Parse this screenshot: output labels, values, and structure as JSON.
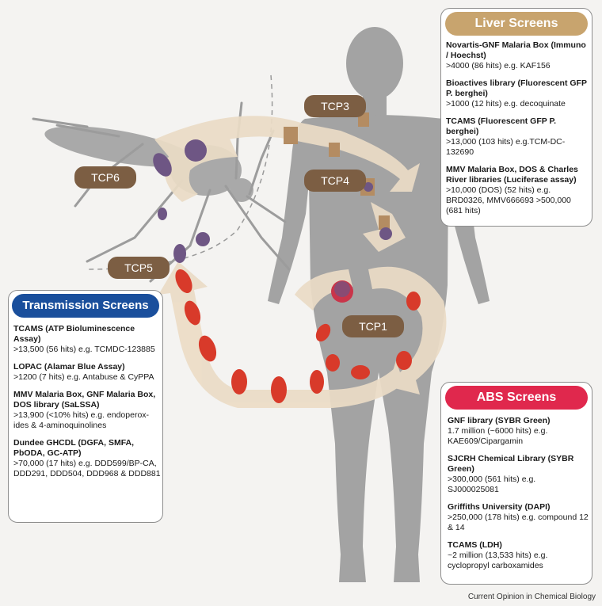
{
  "liver": {
    "title": "Liver Screens",
    "entries": [
      {
        "title": "Novartis-GNF Malaria Box (Immuno / Hoechst)",
        "text": ">4000 (86 hits) e.g. KAF156"
      },
      {
        "title": "Bioactives library (Fluorescent GFP P. berghei)",
        "text": ">1000 (12 hits) e.g. decoquinate"
      },
      {
        "title": "TCAMS (Fluorescent GFP P. berghei)",
        "text": ">13,000 (103 hits) e.g.TCM-DC-132690"
      },
      {
        "title": "MMV Malaria Box, DOS & Charles River libraries (Luciferase assay)",
        "text": ">10,000 (DOS) (52 hits) e.g. BRD0326, MMV666693 >500,000 (681 hits)"
      }
    ]
  },
  "transmission": {
    "title": "Transmission Screens",
    "entries": [
      {
        "title": "TCAMS (ATP Bioluminescence Assay)",
        "text": ">13,500 (56 hits) e.g. TCMDC-123885"
      },
      {
        "title": "LOPAC (Alamar Blue Assay)",
        "text": ">1200 (7 hits) e.g. Antabuse & CyPPA"
      },
      {
        "title": "MMV Malaria Box, GNF Malaria Box, DOS library (SaLSSA)",
        "text": ">13,900 (<10% hits) e.g. endoperox-ides & 4-aminoquinolines"
      },
      {
        "title": "Dundee GHCDL (DGFA, SMFA, PbODA, GC-ATP)",
        "text": ">70,000 (17 hits) e.g. DDD599/BP-CA, DDD291, DDD504, DDD968 & DDD881"
      }
    ]
  },
  "abs": {
    "title": "ABS Screens",
    "entries": [
      {
        "title": "GNF library (SYBR Green)",
        "text": "1.7 million (~6000 hits) e.g. KAE609/Cipargamin"
      },
      {
        "title": "SJCRH Chemical Library (SYBR Green)",
        "text": ">300,000 (561 hits) e.g. SJ000025081"
      },
      {
        "title": "Griffiths University (DAPI)",
        "text": ">250,000 (178 hits) e.g. compound 12 & 14"
      },
      {
        "title": "TCAMS (LDH)",
        "text": "~2 million (13,533 hits) e.g. cyclopropyl carboxamides"
      }
    ]
  },
  "tcp": {
    "tcp1": "TCP1",
    "tcp3": "TCP3",
    "tcp4": "TCP4",
    "tcp5": "TCP5",
    "tcp6": "TCP6"
  },
  "credit": "Current Opinion in Chemical Biology",
  "colors": {
    "liver_header": "#c8a46e",
    "transmission_header": "#1a4f9c",
    "abs_header": "#e0284d",
    "tcp_label": "#7c5e43",
    "cycle_arrow": "#ebdcc6",
    "human_silhouette": "#a3a3a3",
    "mosquito": "#9c9c9c",
    "red_blood_cell": "#d83a2a",
    "parasite": "#6e5684"
  }
}
